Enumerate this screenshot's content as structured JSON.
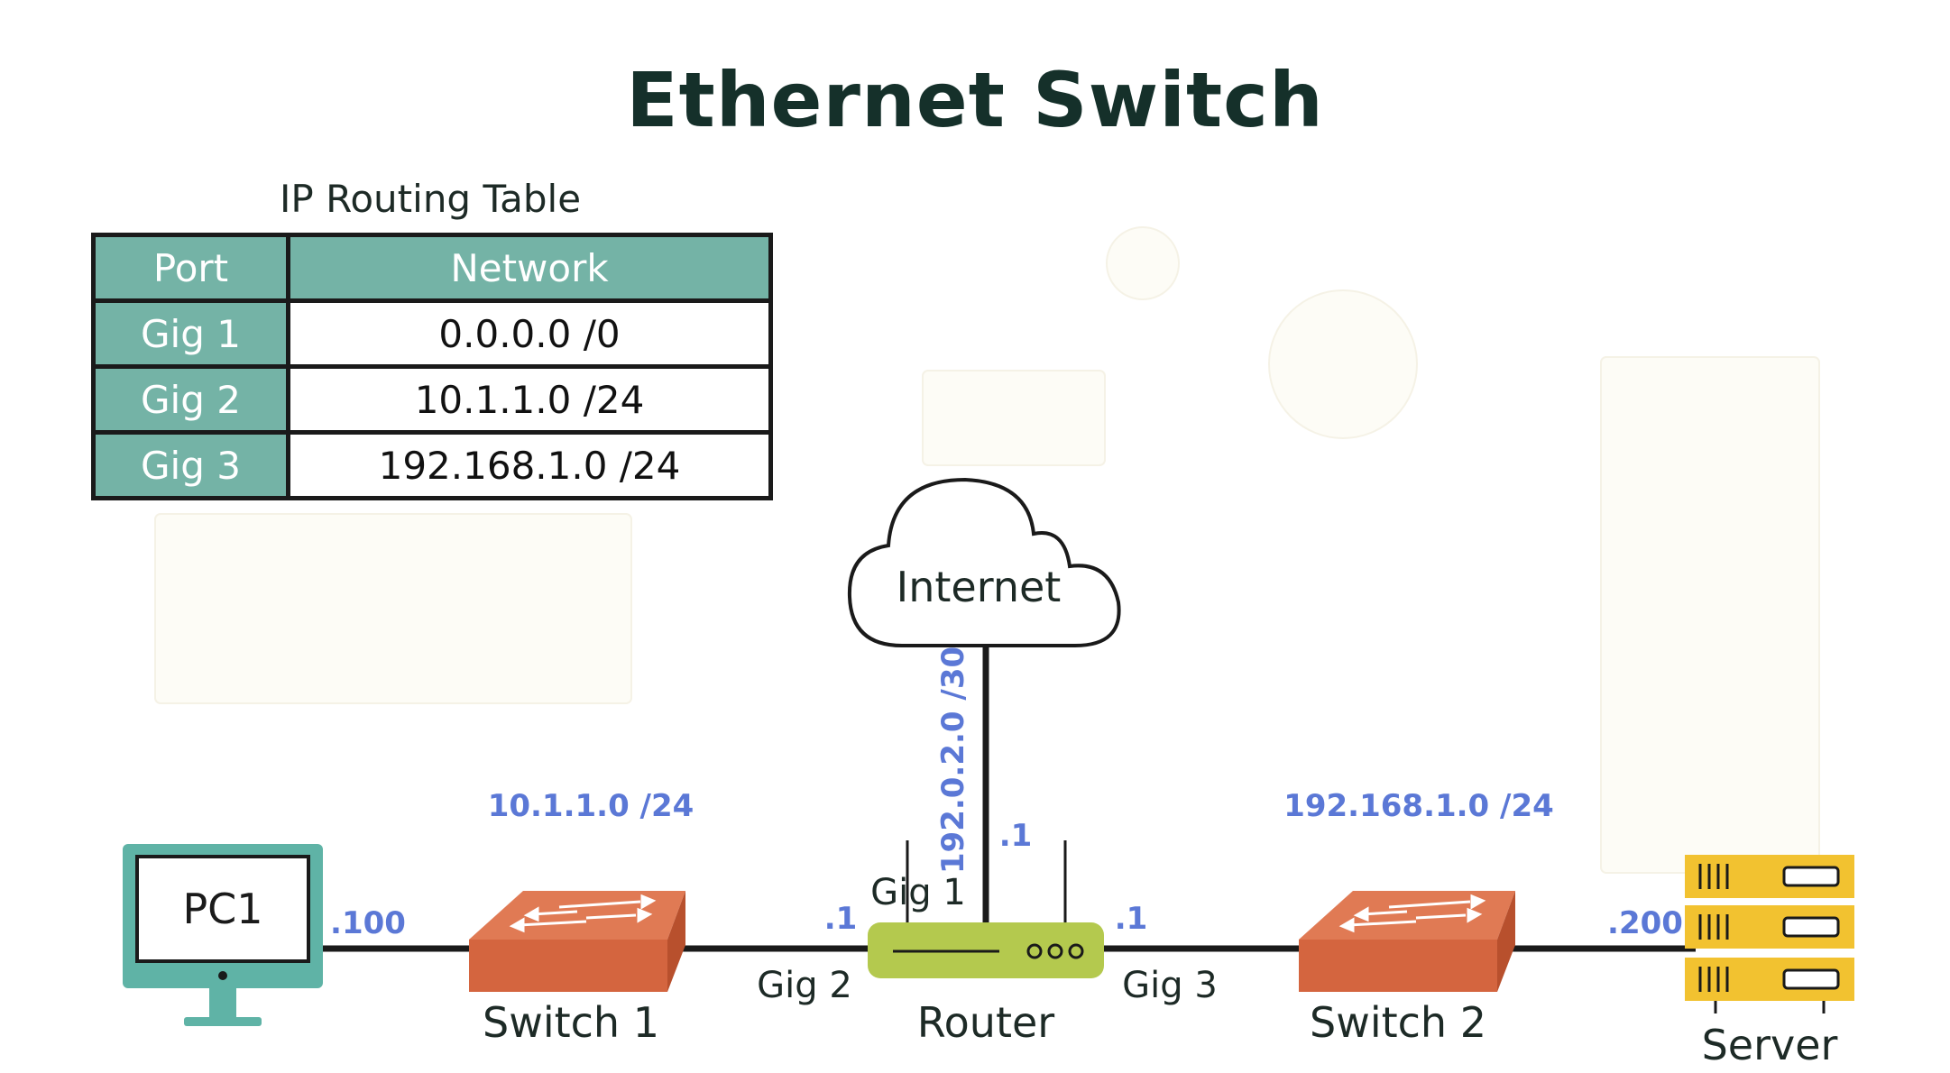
{
  "title": "Ethernet Switch",
  "routing_table": {
    "caption": "IP Routing Table",
    "headers": {
      "port": "Port",
      "network": "Network"
    },
    "rows": [
      {
        "port": "Gig 1",
        "network": "0.0.0.0 /0"
      },
      {
        "port": "Gig 2",
        "network": "10.1.1.0 /24"
      },
      {
        "port": "Gig 3",
        "network": "192.168.1.0 /24"
      }
    ]
  },
  "devices": {
    "pc": {
      "screen_label": "PC1",
      "ip_suffix": ".100"
    },
    "switch1": {
      "label": "Switch 1"
    },
    "router": {
      "label": "Router",
      "gig1": "Gig 1",
      "gig2": "Gig 2",
      "gig3": "Gig 3",
      "gig1_ip": ".1",
      "gig2_ip": ".1",
      "gig3_ip": ".1"
    },
    "internet": {
      "label": "Internet"
    },
    "switch2": {
      "label": "Switch 2"
    },
    "server": {
      "label": "Server",
      "ip_suffix": ".200"
    }
  },
  "networks": {
    "left": "10.1.1.0 /24",
    "right": "192.168.1.0 /24",
    "wan": "192.0.2.0 /30"
  },
  "colors": {
    "teal": "#74b3a6",
    "switch": "#d4653f",
    "router": "#b4c94e",
    "server": "#f2c230",
    "ip_text": "#5b78d6"
  }
}
